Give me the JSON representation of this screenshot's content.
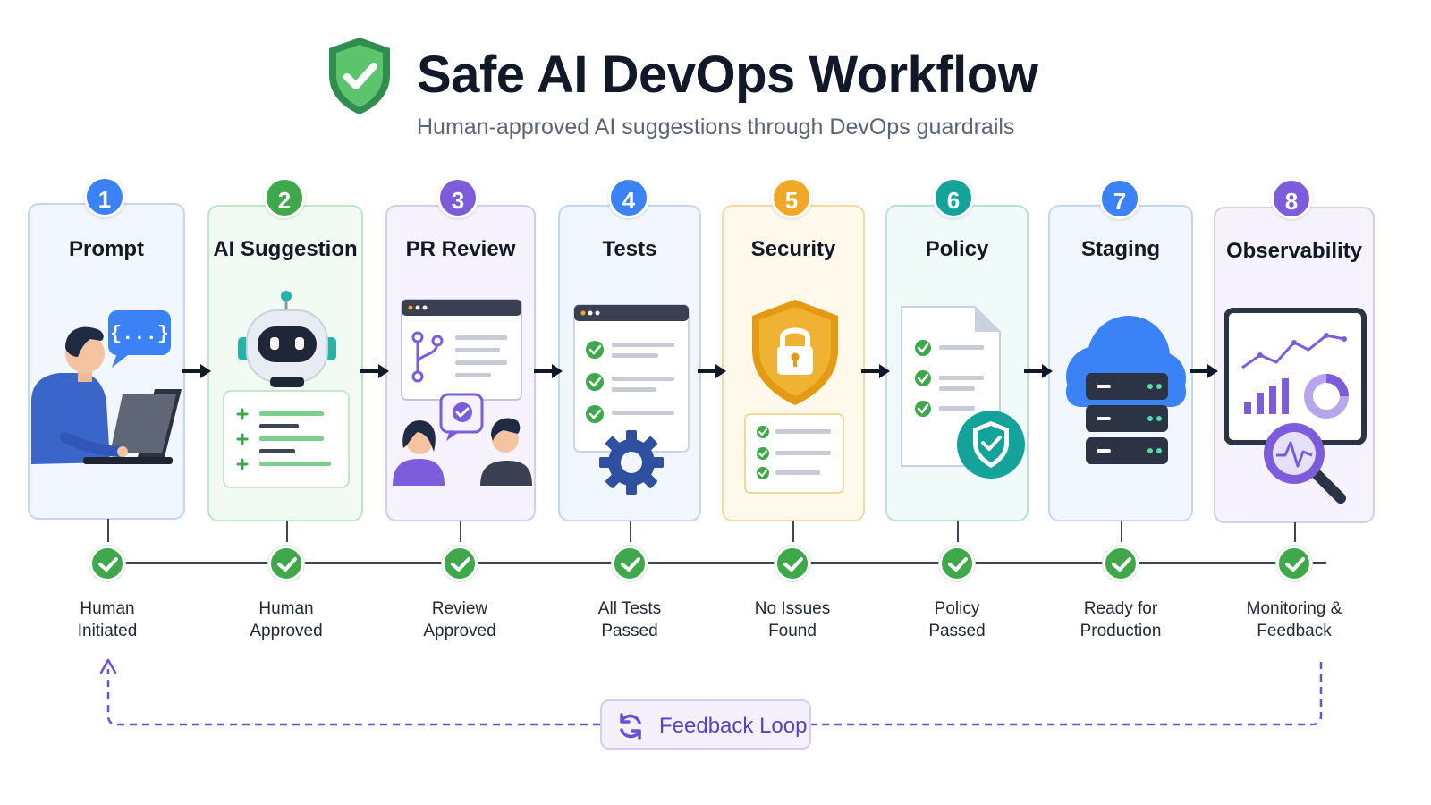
{
  "header": {
    "title": "Safe AI DevOps Workflow",
    "subtitle": "Human-approved AI suggestions through DevOps guardrails"
  },
  "steps": [
    {
      "num": "1",
      "title": "Prompt",
      "status_line1": "Human",
      "status_line2": "Initiated",
      "color": "#3b82f6",
      "icon": "developer-laptop-icon"
    },
    {
      "num": "2",
      "title": "AI Suggestion",
      "status_line1": "Human",
      "status_line2": "Approved",
      "color": "#3ea84a",
      "icon": "robot-icon"
    },
    {
      "num": "3",
      "title": "PR Review",
      "status_line1": "Review",
      "status_line2": "Approved",
      "color": "#7c5cdb",
      "icon": "pull-request-icon"
    },
    {
      "num": "4",
      "title": "Tests",
      "status_line1": "All Tests",
      "status_line2": "Passed",
      "color": "#3b82f6",
      "icon": "test-checklist-gear-icon"
    },
    {
      "num": "5",
      "title": "Security",
      "status_line1": "No Issues",
      "status_line2": "Found",
      "color": "#f0a826",
      "icon": "security-shield-lock-icon"
    },
    {
      "num": "6",
      "title": "Policy",
      "status_line1": "Policy",
      "status_line2": "Passed",
      "color": "#14a39a",
      "icon": "policy-document-icon"
    },
    {
      "num": "7",
      "title": "Staging",
      "status_line1": "Ready for",
      "status_line2": "Production",
      "color": "#3b82f6",
      "icon": "cloud-server-icon"
    },
    {
      "num": "8",
      "title": "Observability",
      "status_line1": "Monitoring &",
      "status_line2": "Feedback",
      "color": "#7c5cdb",
      "icon": "monitoring-dashboard-icon"
    }
  ],
  "feedback": {
    "label": "Feedback Loop",
    "icon": "refresh-icon"
  },
  "snippet": "{...}"
}
